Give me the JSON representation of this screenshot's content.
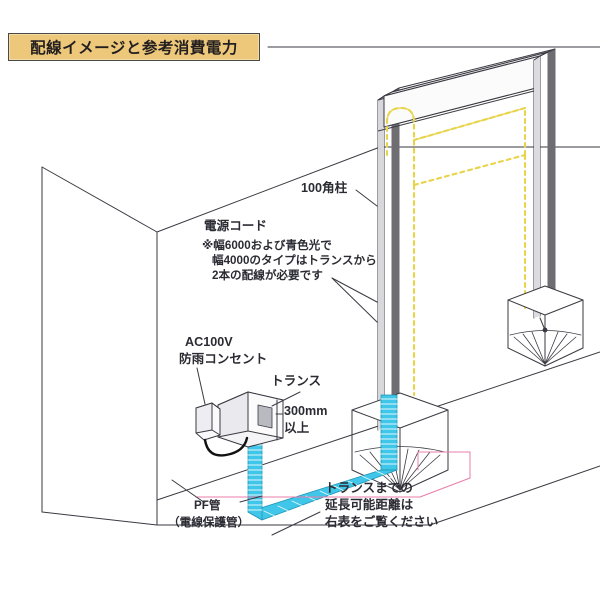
{
  "banner": {
    "title": "配線イメージと参考消費電力"
  },
  "diagram": {
    "type": "isometric-wiring-diagram",
    "subject": "門柱・LED照明の配線イメージ",
    "colors": {
      "banner_fill": "#edc87a",
      "banner_border": "#4a4a4a",
      "line": "#3a3a42",
      "post_shade": "#6e6e72",
      "led_wire": "#e8d44a",
      "pf_conduit": "#3fc6e8",
      "dimension": "#e87ca8",
      "text": "#2b2b33"
    },
    "labels": {
      "post": "100角柱",
      "power_cord_title": "電源コード",
      "power_cord_note_1": "※幅6000および青色光で",
      "power_cord_note_2": "幅4000のタイプはトランスから",
      "power_cord_note_3": "2本の配線が必要です",
      "outlet_line_1": "AC100V",
      "outlet_line_2": "防雨コンセント",
      "transformer": "トランス",
      "clearance_line_1": "300mm",
      "clearance_line_2": "以上",
      "pf_pipe_line_1": "PF管",
      "pf_pipe_line_2": "（電線保護管）",
      "distance_line_1": "トランスまでの",
      "distance_line_2": "延長可能距離は",
      "distance_line_3": "右表をご覧ください"
    }
  }
}
